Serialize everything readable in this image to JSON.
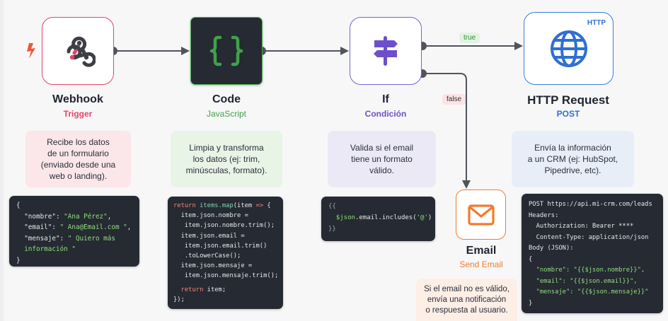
{
  "nodes": {
    "webhook": {
      "title": "Webhook",
      "subtitle": "Trigger",
      "color": "#e5446a",
      "description": [
        "Recibe los datos",
        "de un formulario",
        "(enviado desde una",
        "web o landing)."
      ],
      "code": [
        "{",
        "  \"nombre\": \"Ana Pérez\",",
        "  \"email\": \" Ana@Email.com \",",
        "  \"mensaje\": \" Quiero más",
        "  información \"",
        "}"
      ]
    },
    "code": {
      "title": "Code",
      "subtitle": "JavaScript",
      "color": "#4caf50",
      "description": [
        "Limpia y transforma",
        "los datos (ej: trim,",
        "minúsculas, formato)."
      ],
      "code": [
        "return items.map(item => {",
        "  item.json.nombre =",
        "   item.json.nombre.trim();",
        "  item.json.email =",
        "   item.json.email.trim()",
        "   .toLowerCase();",
        "  item.json.mensaje =",
        "   item.json.mensaje.trim();",
        "",
        "  return item;",
        "});"
      ]
    },
    "if": {
      "title": "If",
      "subtitle": "Condición",
      "color": "#7b5fd6",
      "description": [
        "Valida si el email",
        "tiene un formato",
        "válido."
      ],
      "code": [
        "{{",
        "  $json.email.includes('@')",
        "}}"
      ]
    },
    "http": {
      "title": "HTTP Request",
      "subtitle": "POST",
      "tag": "HTTP",
      "color": "#3b7dd8",
      "description": [
        "Envía la información",
        "a un CRM (ej: HubSpot,",
        "Pipedrive, etc)."
      ],
      "code": [
        "POST https://api.mi-crm.com/leads",
        "Headers:",
        "  Authorization: Bearer ****",
        "  Content-Type: application/json",
        "Body (JSON):",
        "{",
        "  \"nombre\": \"{{$json.nombre}}\",",
        "  \"email\": \"{{$json.email}}\",",
        "  \"mensaje\": \"{{$json.mensaje}}\"",
        "}"
      ]
    },
    "email": {
      "title": "Email",
      "subtitle": "Send Email",
      "color": "#f07b2e",
      "description": [
        "Si el email no es válido,",
        "envía una notificación",
        "o respuesta al usuario."
      ]
    }
  },
  "branches": {
    "true_label": "true",
    "false_label": "false"
  },
  "icons": {
    "trigger": "lightning-bolt-icon",
    "webhook": "webhook-icon",
    "code": "curly-braces-icon",
    "if": "signpost-icon",
    "http": "globe-icon",
    "email": "envelope-icon"
  }
}
